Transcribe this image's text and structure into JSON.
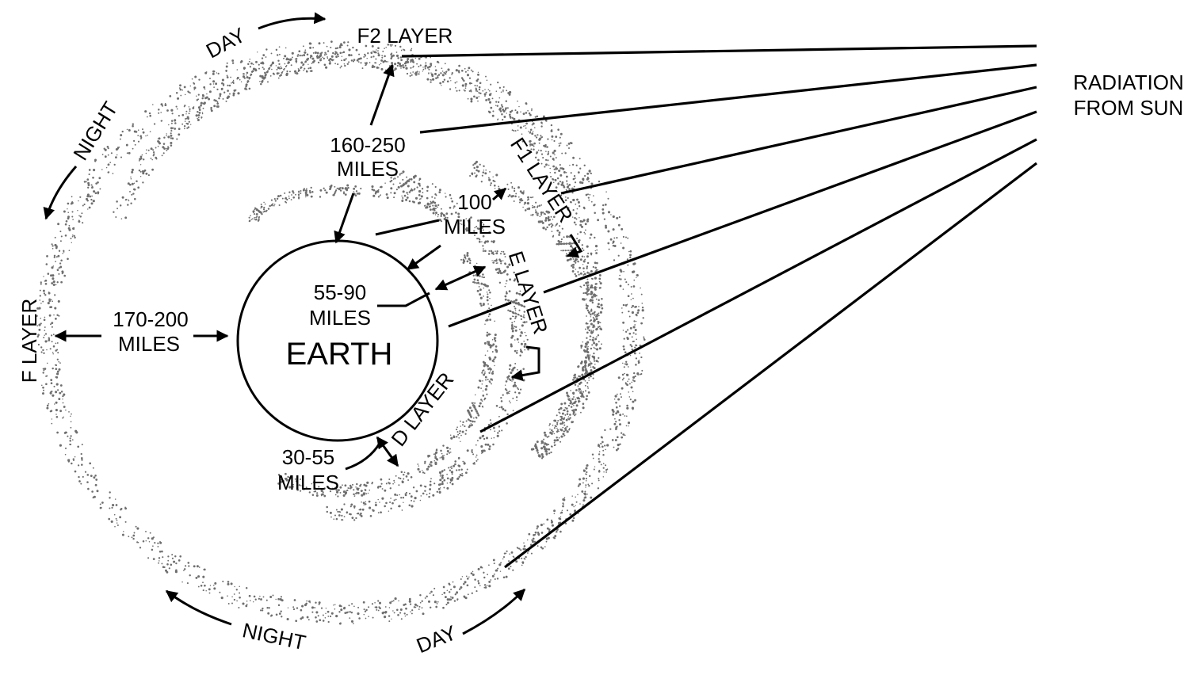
{
  "labels": {
    "earth": "EARTH",
    "radiation_line1": "RADIATION",
    "radiation_line2": "FROM SUN",
    "f2_layer": "F2 LAYER",
    "f1_layer": "F1 LAYER",
    "e_layer": "E LAYER",
    "d_layer": "D LAYER",
    "f_layer": "F LAYER",
    "day_top": "DAY",
    "day_bottom": "DAY",
    "night_left": "NIGHT",
    "night_bottom": "NIGHT",
    "dist_f2_line1": "160-250",
    "dist_f2_line2": "MILES",
    "dist_f1_line1": "100",
    "dist_f1_line2": "MILES",
    "dist_e_line1": "55-90",
    "dist_e_line2": "MILES",
    "dist_d_line1": "30-55",
    "dist_d_line2": "MILES",
    "dist_f_line1": "170-200",
    "dist_f_line2": "MILES"
  },
  "colors": {
    "ink": "#000000",
    "layer_stipple": "#6e6e6e",
    "background": "#ffffff"
  }
}
